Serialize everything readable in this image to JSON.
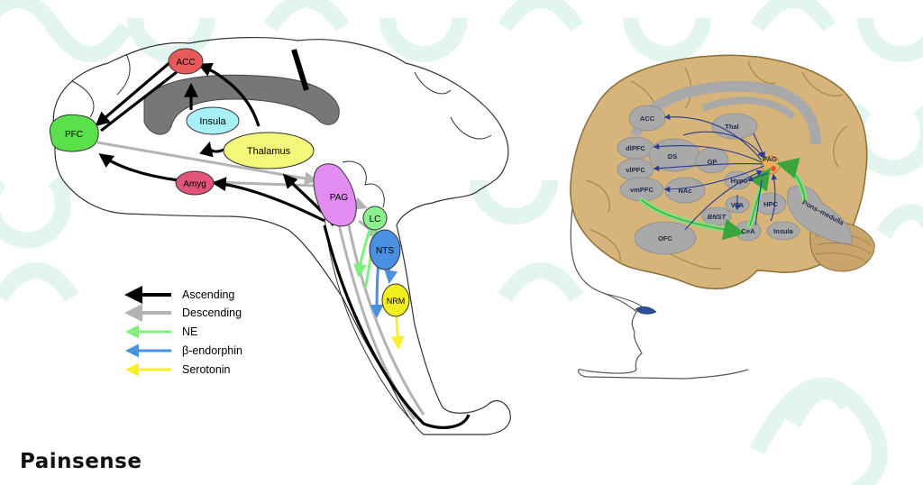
{
  "brand": "Painsense",
  "left_diagram": {
    "nodes": {
      "acc": "ACC",
      "pfc": "PFC",
      "insula": "Insula",
      "thalamus": "Thalamus",
      "amyg": "Amyg",
      "pag": "PAG",
      "lc": "LC",
      "nts": "NTS",
      "nrm": "NRM"
    },
    "legend": [
      {
        "label": "Ascending",
        "color": "#000000"
      },
      {
        "label": "Descending",
        "color": "#b3b3b3"
      },
      {
        "label": "NE",
        "color": "#7ff07f"
      },
      {
        "label": "β-endorphin",
        "color": "#4a90e2"
      },
      {
        "label": "Serotonin",
        "color": "#f7f02a"
      }
    ]
  },
  "right_diagram": {
    "regions": {
      "acc": "ACC",
      "thal": "Thal",
      "dlpfc": "dlPFC",
      "vlpfc": "vlPFC",
      "ds": "DS",
      "gp": "GP",
      "pag": "PAG",
      "hypo": "Hypo",
      "vmpfc": "vmPFC",
      "nac": "NAc",
      "vta": "VTA",
      "hpc": "HPC",
      "pons": "Pons–medulla",
      "bnst": "BNST",
      "cea": "CeA",
      "ofc": "OFC",
      "insula": "Insula"
    }
  },
  "colors": {
    "acc": "#e85a5a",
    "pfc": "#59e04a",
    "insula": "#a8f0f7",
    "thalamus": "#f3f77a",
    "amyg": "#e2557a",
    "pag": "#e28bf0",
    "lc": "#8cf08c",
    "nts": "#4a8fe2",
    "nrm": "#f2ee20",
    "brain": "#d6b47a",
    "region": "#a9a9a9",
    "watermark": "#dff3ec"
  }
}
